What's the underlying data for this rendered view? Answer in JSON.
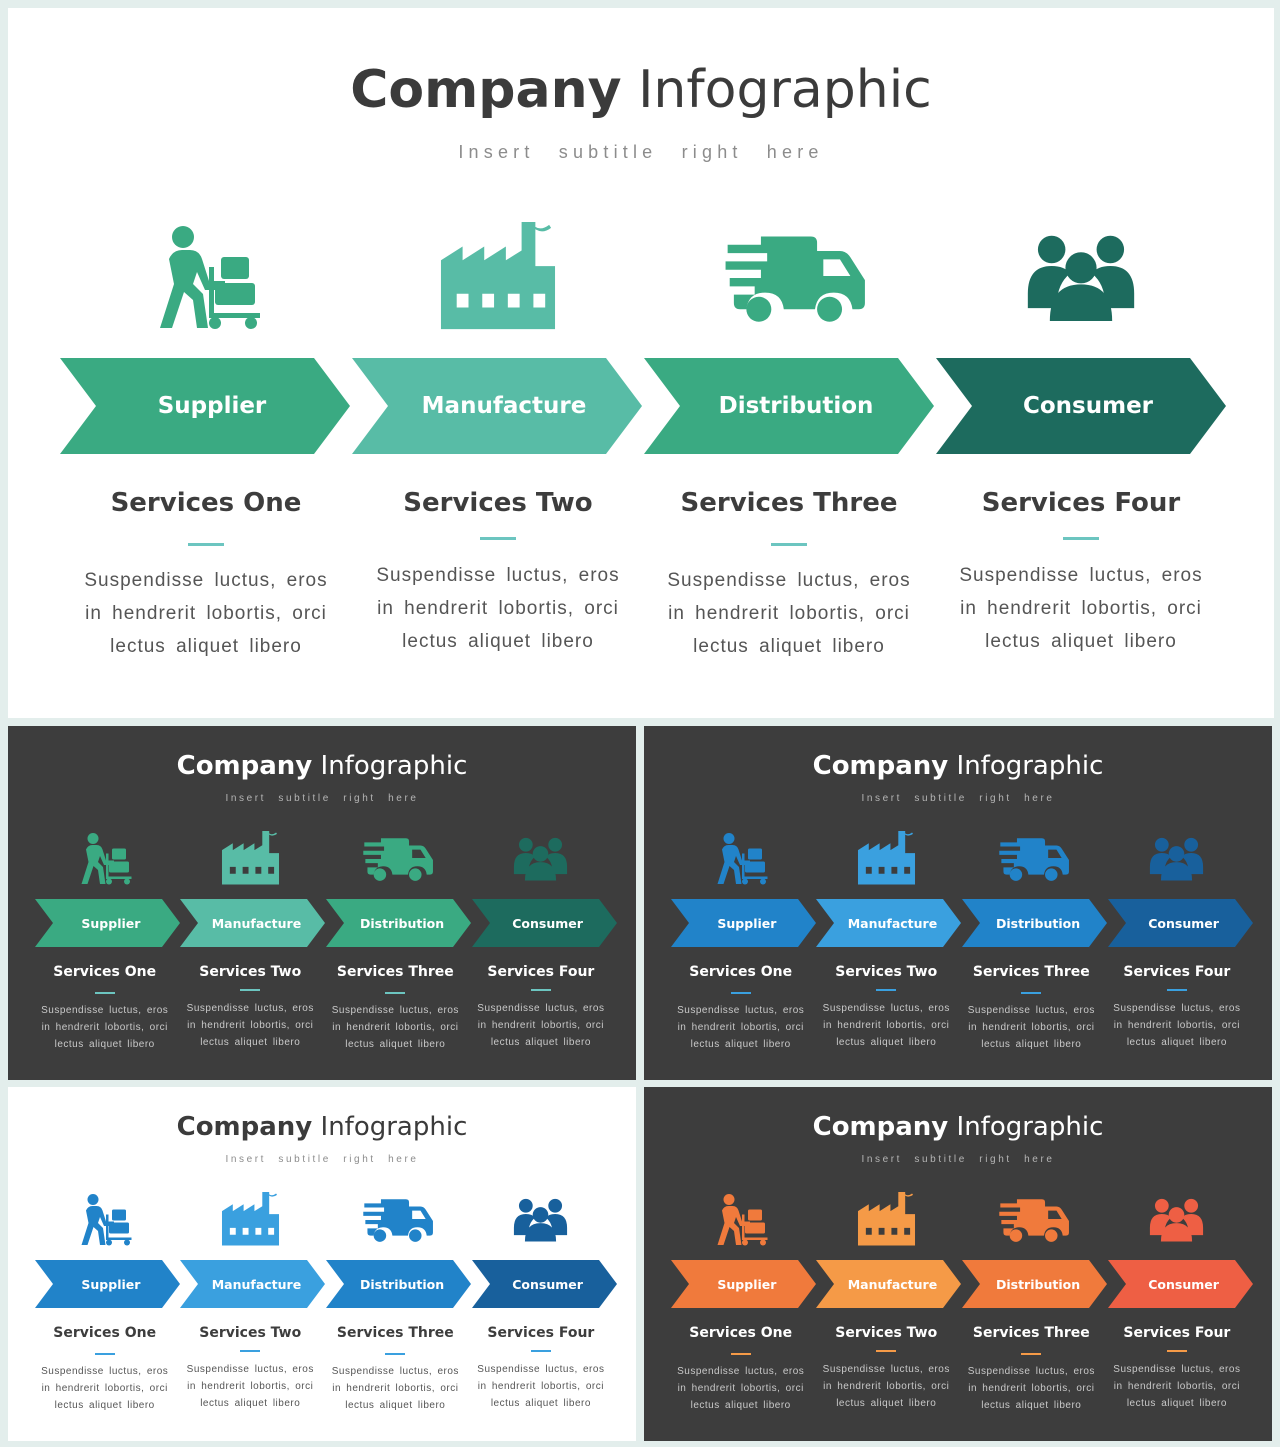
{
  "title_bold": "Company",
  "title_regular": "Infographic",
  "subtitle": "Insert subtitle right here",
  "steps": [
    {
      "label": "Supplier",
      "service": "Services One",
      "desc": [
        "Suspendisse luctus, eros",
        "in hendrerit lobortis, orci",
        "lectus aliquet libero"
      ],
      "icon": "worker-cart-icon"
    },
    {
      "label": "Manufacture",
      "service": "Services Two",
      "desc": [
        "Suspendisse luctus, eros",
        "in hendrerit lobortis, orci",
        "lectus aliquet libero"
      ],
      "icon": "factory-icon"
    },
    {
      "label": "Distribution",
      "service": "Services Three",
      "desc": [
        "Suspendisse luctus, eros",
        "in hendrerit lobortis, orci",
        "lectus aliquet libero"
      ],
      "icon": "delivery-truck-icon"
    },
    {
      "label": "Consumer",
      "service": "Services Four",
      "desc": [
        "Suspendisse luctus, eros",
        "in hendrerit lobortis, orci",
        "lectus aliquet libero"
      ],
      "icon": "people-group-icon"
    }
  ],
  "variants": [
    {
      "theme": "light",
      "colors": [
        "#3aaa82",
        "#58bca6",
        "#3aaa82",
        "#1d6b5e"
      ],
      "icon_colors": [
        "#3aaa82",
        "#58bca6",
        "#3aaa82",
        "#1d6b5e"
      ],
      "dash_color": "#6cc5c0"
    },
    {
      "theme": "dark",
      "colors": [
        "#3aaa82",
        "#58bca6",
        "#3aaa82",
        "#1d6b5e"
      ],
      "icon_colors": [
        "#3aaa82",
        "#58bca6",
        "#3aaa82",
        "#1d6b5e"
      ],
      "dash_color": "#6cc5c0"
    },
    {
      "theme": "dark",
      "colors": [
        "#2183c9",
        "#3aa0df",
        "#2183c9",
        "#18609c"
      ],
      "icon_colors": [
        "#2183c9",
        "#3aa0df",
        "#2183c9",
        "#18609c"
      ],
      "dash_color": "#3aa0df"
    },
    {
      "theme": "light",
      "colors": [
        "#2183c9",
        "#3aa0df",
        "#2183c9",
        "#18609c"
      ],
      "icon_colors": [
        "#2183c9",
        "#3aa0df",
        "#2183c9",
        "#18609c"
      ],
      "dash_color": "#3aa0df"
    },
    {
      "theme": "dark",
      "colors": [
        "#f07a3c",
        "#f59a47",
        "#f07a3c",
        "#ee5f44"
      ],
      "icon_colors": [
        "#f07a3c",
        "#f59a47",
        "#f07a3c",
        "#ee5f44"
      ],
      "dash_color": "#f59a47"
    }
  ]
}
